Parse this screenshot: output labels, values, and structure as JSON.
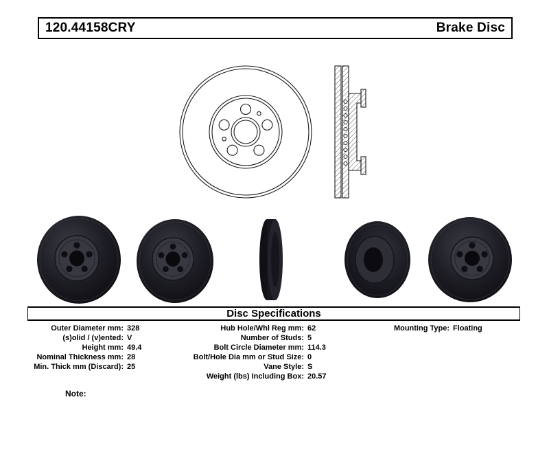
{
  "header": {
    "part_number": "120.44158CRY",
    "product_name": "Brake Disc"
  },
  "specifications": {
    "title": "Disc Specifications",
    "left": [
      {
        "label": "Outer Diameter mm:",
        "value": "328"
      },
      {
        "label": "(s)olid / (v)ented:",
        "value": "V"
      },
      {
        "label": "Height mm:",
        "value": "49.4"
      },
      {
        "label": "Nominal Thickness mm:",
        "value": "28"
      },
      {
        "label": "Min. Thick mm (Discard):",
        "value": "25"
      }
    ],
    "middle": [
      {
        "label": "Hub Hole/Whl Reg mm:",
        "value": "62"
      },
      {
        "label": "Number of Studs:",
        "value": "5"
      },
      {
        "label": "Bolt Circle Diameter mm:",
        "value": "114.3"
      },
      {
        "label": "Bolt/Hole Dia mm or Stud Size:",
        "value": "0"
      },
      {
        "label": "Vane Style:",
        "value": "S"
      },
      {
        "label": "Weight (lbs) Including Box:",
        "value": "20.57"
      }
    ],
    "right": [
      {
        "label": "Mounting Type:",
        "value": "Floating"
      }
    ]
  },
  "note_label": "Note:",
  "colors": {
    "line_drawing_stroke": "#1a1a1a",
    "disc_photo_dark": "#12121a",
    "disc_hub_gray": "#383840"
  }
}
